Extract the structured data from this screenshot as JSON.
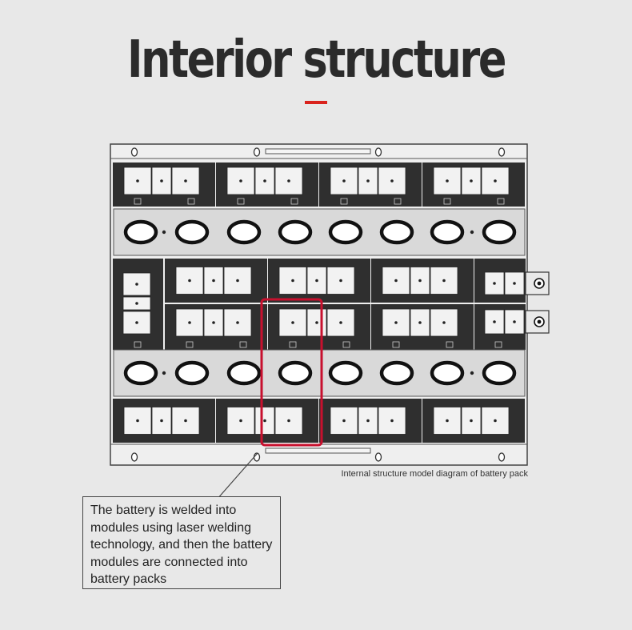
{
  "title": "Interior structure",
  "caption": "Internal structure model diagram of battery pack",
  "note": "The battery is welded into modules using laser welding technology, and then the battery modules are connected into battery packs",
  "colors": {
    "background": "#e8e8e8",
    "accent": "#d9231d",
    "highlight": "#c8102e",
    "cell_dark": "#2f2f2f",
    "busbar": "#d9d9d9",
    "terminal": "#e9e9e9"
  },
  "icons": [
    "ring-terminal-icon",
    "polarity-mark-icon",
    "mounting-hole-icon"
  ]
}
